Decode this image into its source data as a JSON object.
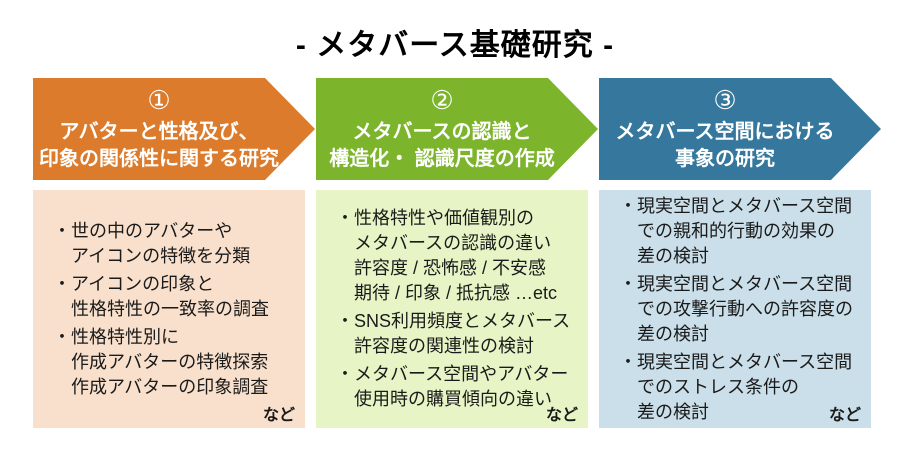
{
  "title": "- メタバース基礎研究 -",
  "colors": {
    "background": "#FFFFFF",
    "title_text": "#000000",
    "body_text": "#1A1A1A",
    "arrow_text": "#FFFFFF"
  },
  "columns": [
    {
      "number": "①",
      "header_lines": [
        "アバターと性格及び、",
        "印象の関係性に関する研究"
      ],
      "arrow_color": "#DB7B2B",
      "box_color": "#F8E0CC",
      "items": [
        {
          "lines": [
            "世の中のアバターや",
            "アイコンの特徴を分類"
          ]
        },
        {
          "lines": [
            "アイコンの印象と",
            "性格特性の一致率の調査"
          ]
        },
        {
          "lines": [
            "性格特性別に",
            "作成アバターの特徴探索",
            "作成アバターの印象調査"
          ]
        }
      ],
      "etc_label": "など"
    },
    {
      "number": "②",
      "header_lines": [
        "メタバースの認識と",
        "構造化・ 認識尺度の作成"
      ],
      "arrow_color": "#7CB52B",
      "box_color": "#E7F5C6",
      "items": [
        {
          "lines": [
            "性格特性や価値観別の",
            "メタバースの認識の違い",
            "許容度 / 恐怖感 / 不安感",
            "期待 / 印象 / 抵抗感 …etc"
          ]
        },
        {
          "lines": [
            "SNS利用頻度とメタバース",
            "許容度の関連性の検討"
          ]
        },
        {
          "lines": [
            "メタバース空間やアバター",
            "使用時の購買傾向の違い"
          ]
        }
      ],
      "etc_label": "など"
    },
    {
      "number": "③",
      "header_lines": [
        "メタバース空間における",
        "事象の研究"
      ],
      "arrow_color": "#36789D",
      "box_color": "#CADFE9",
      "items": [
        {
          "lines": [
            "現実空間とメタバース空間",
            "での親和的行動の効果の",
            "差の検討"
          ]
        },
        {
          "lines": [
            "現実空間とメタバース空間",
            "での攻撃行動への許容度の",
            "差の検討"
          ]
        },
        {
          "lines": [
            "現実空間とメタバース空間",
            "でのストレス条件の",
            "差の検討"
          ]
        }
      ],
      "etc_label": "など"
    }
  ]
}
